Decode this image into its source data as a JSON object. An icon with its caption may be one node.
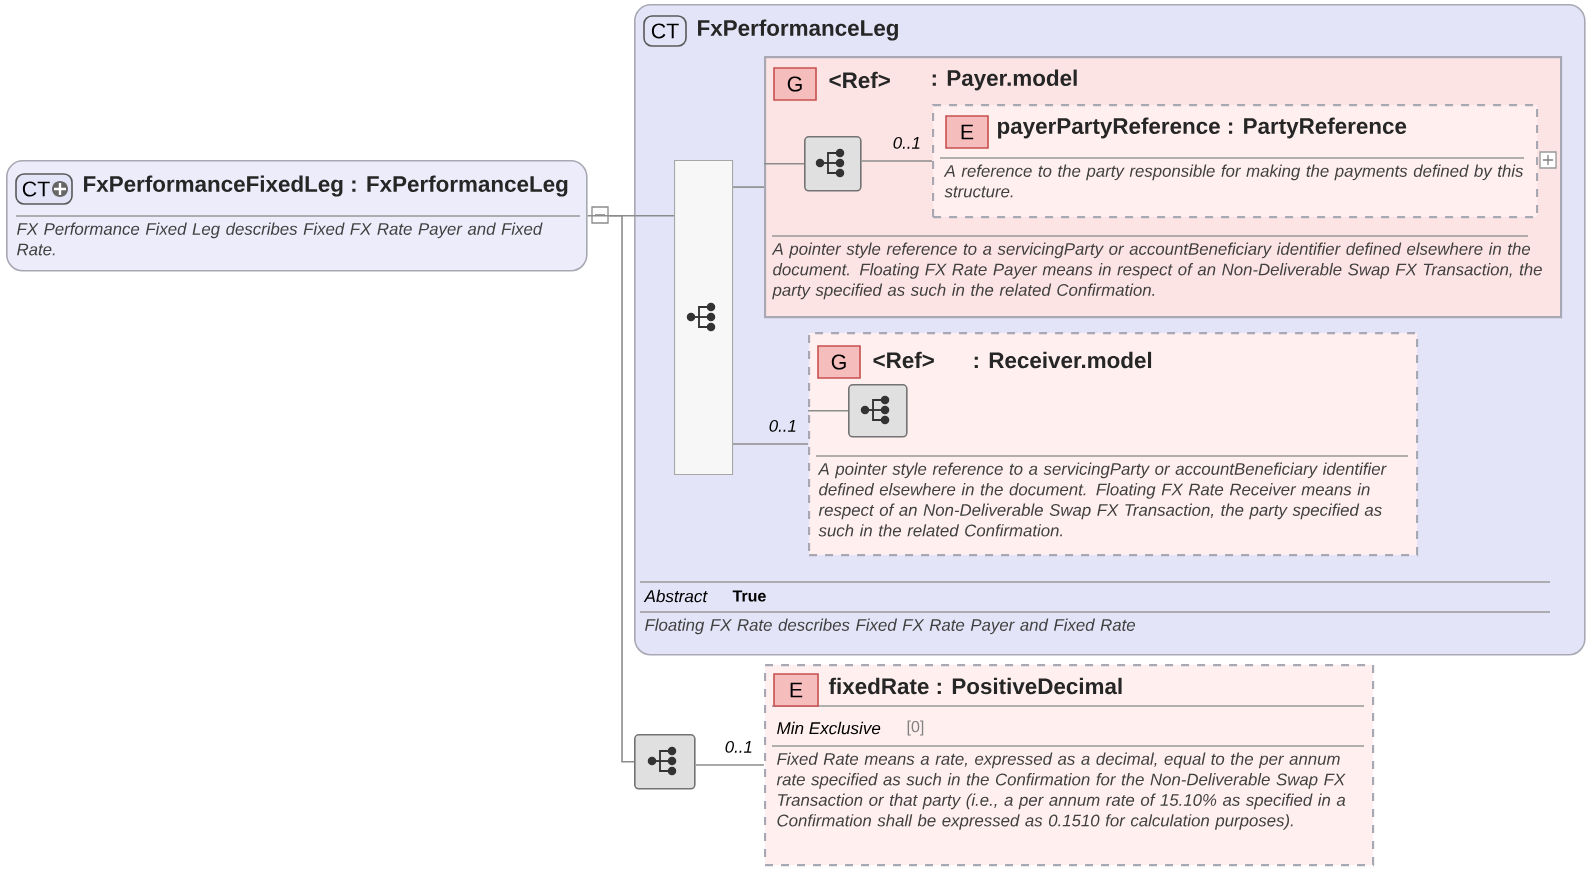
{
  "diagram": {
    "nodes": [
      {
        "text": [
          "CT",
          "FxPerformanceFixedLeg : FxPerformanceLeg",
          "FX Performance Fixed Leg describes Fixed FX Rate Payer and Fixed Rate."
        ]
      },
      {
        "text": [
          "CT",
          "FxPerformanceLeg",
          "Abstract",
          "True",
          "Floating FX Rate describes Fixed FX Rate Payer and Fixed Rate"
        ]
      },
      {
        "text": [],
        "shape": "bar",
        "in": 1
      },
      {
        "text": [
          "G",
          "<Ref>",
          ": Payer.model",
          "A pointer style reference to a servicingParty or accountBeneficiary identifier defined elsewhere in the document. Floating FX Rate Payer means in respect of an Non-Deliverable Swap FX Transaction, the party specified as such in the related Confirmation."
        ],
        "in": 1
      },
      {
        "text": [],
        "shape": "box",
        "in": 3
      },
      {
        "text": [
          "E",
          "payerPartyReference : PartyReference",
          "A reference to the party responsible for making the payments defined by this structure."
        ],
        "in": 3
      },
      {
        "text": [
          "G",
          "<Ref>",
          ": Receiver.model",
          "A pointer style reference to a servicingParty or accountBeneficiary identifier defined elsewhere in the document. Floating FX Rate Receiver means in respect of an Non-Deliverable Swap FX Transaction, the party specified as such in the related Confirmation."
        ],
        "in": 1
      },
      {
        "text": [],
        "shape": "box",
        "in": 6
      },
      {
        "text": [],
        "shape": "box"
      },
      {
        "text": [
          "E",
          "fixedRate : PositiveDecimal",
          "Min Exclusive",
          "[0]",
          "Fixed Rate means a rate, expressed as a decimal, equal to the per annum rate specified as such in the Confirmation for the Non-Deliverable Swap FX Transaction or that party (i.e., a per annum rate of 15.10% as specified in a Confirmation shall be expressed as 0.1510 for calculation purposes)."
        ]
      }
    ],
    "edges": [
      {
        "from": 0,
        "to": 2,
        "arrow": "none"
      },
      {
        "from": 0,
        "to": 8,
        "arrow": "none"
      },
      {
        "from": 2,
        "to": 3,
        "arrow": "none"
      },
      {
        "from": 3,
        "to": 4,
        "arrow": "none"
      },
      {
        "from": 4,
        "to": 5,
        "arrow": "none",
        "label": "0..1"
      },
      {
        "from": 2,
        "to": 6,
        "arrow": "none",
        "label": "0..1"
      },
      {
        "from": 6,
        "to": 7,
        "arrow": "none"
      },
      {
        "from": 8,
        "to": 9,
        "arrow": "none",
        "label": "0..1"
      }
    ]
  }
}
